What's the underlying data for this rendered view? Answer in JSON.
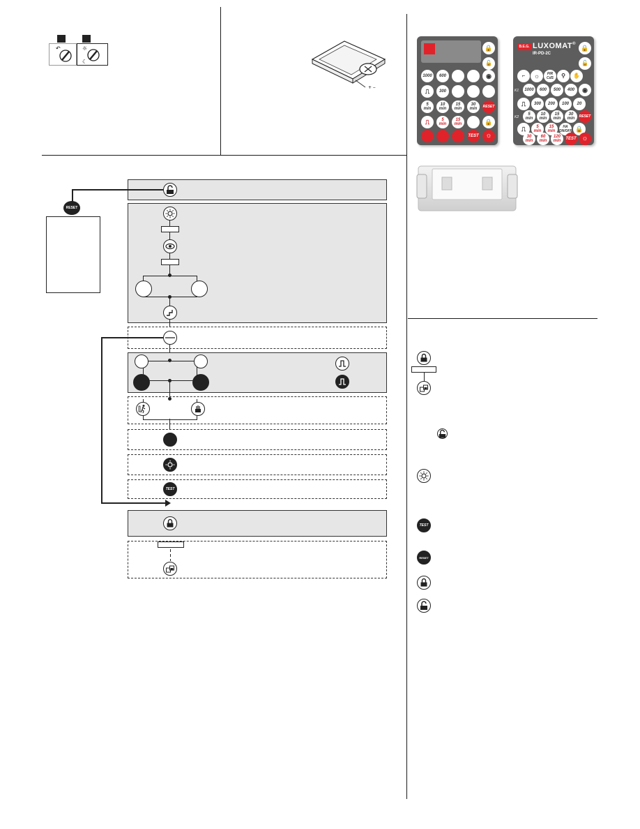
{
  "top_left": {
    "step_a": "",
    "step_b": ""
  },
  "remote_left": {
    "row1": [
      "1000",
      "600",
      "",
      ""
    ],
    "row2": [
      "",
      "300",
      "",
      ""
    ],
    "row3": [
      "5\nmin",
      "10\nmin",
      "15\nmin",
      "30\nmin"
    ],
    "row4": [
      "",
      "5\nmin",
      "15\nmin",
      ""
    ],
    "reset_label": "RESET",
    "test_label": "TEST"
  },
  "remote_right": {
    "brand_prefix": "B.E.G.",
    "brand": "LUXOMAT",
    "brand_mark": "®",
    "model": "IR-PD-2C",
    "k1": "K1",
    "k2": "K2",
    "pir_label": "PIR",
    "cds_label": "CdS",
    "lux_row1": [
      "1000",
      "600",
      "500",
      "400"
    ],
    "lux_row2": [
      "300",
      "200",
      "100",
      "20"
    ],
    "time_row1": [
      "5\nmin",
      "10\nmin",
      "15\nmin",
      "30\nmin"
    ],
    "time_row2": [
      "5\nmin",
      "15\nmin",
      "HA\nON/OFF"
    ],
    "time_row3": [
      "30\nmin",
      "60\nmin",
      "120\nmin"
    ],
    "reset_label": "RESET",
    "test_label": "TEST"
  },
  "flow": {
    "reset_label": "RESET",
    "test_label": "TEST"
  },
  "legend": {
    "reset_label": "RESET",
    "test_label": "TEST"
  },
  "colors": {
    "accent_red": "#e0232b",
    "panel_grey": "#e6e6e6",
    "remote_grey": "#5d5d5d"
  }
}
